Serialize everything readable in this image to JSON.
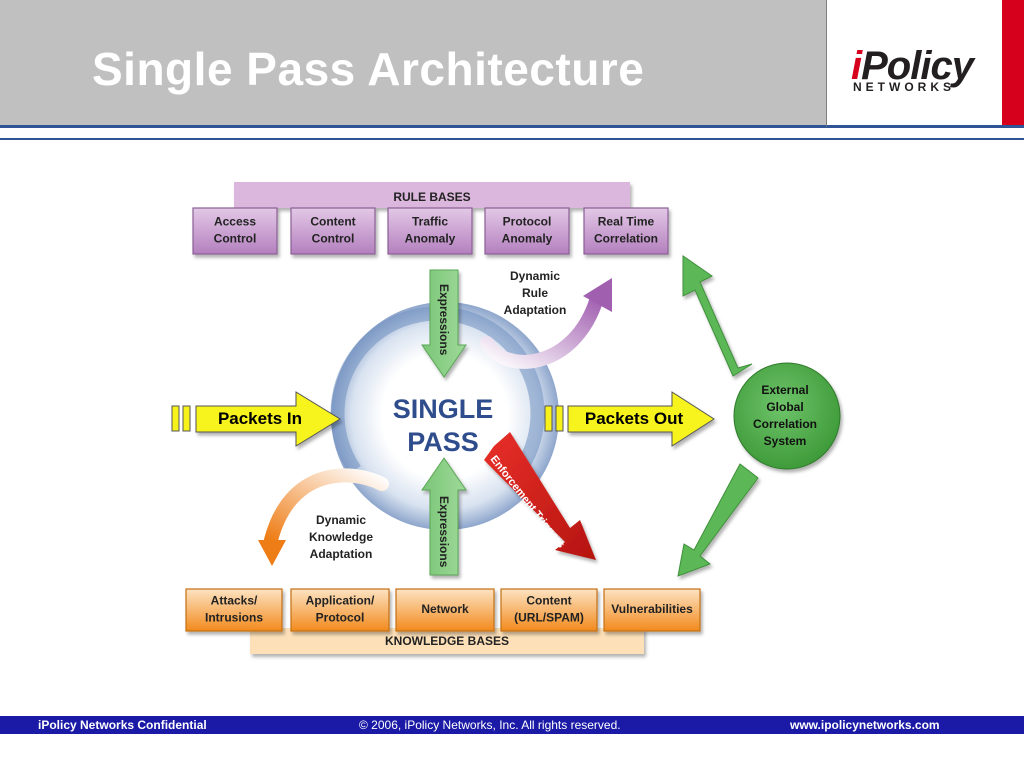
{
  "slide": {
    "title": "Single Pass Architecture"
  },
  "logo": {
    "main_prefix": "i",
    "main_rest": "Policy",
    "sub": "NETWORKS"
  },
  "diagram": {
    "rule_bases_label": "RULE BASES",
    "rule_bases": [
      [
        "Access",
        "Control"
      ],
      [
        "Content",
        "Control"
      ],
      [
        "Traffic",
        "Anomaly"
      ],
      [
        "Protocol",
        "Anomaly"
      ],
      [
        "Real Time",
        "Correlation"
      ]
    ],
    "knowledge_bases_label": "KNOWLEDGE BASES",
    "knowledge_bases": [
      [
        "Attacks/",
        "Intrusions"
      ],
      [
        "Application/",
        "Protocol"
      ],
      [
        "Network"
      ],
      [
        "Content",
        "(URL/SPAM)"
      ],
      [
        "Vulnerabilities"
      ]
    ],
    "center": [
      "SINGLE",
      "PASS"
    ],
    "expressions_top": "Expressions",
    "expressions_bottom": "Expressions",
    "dynamic_rule": [
      "Dynamic",
      "Rule",
      "Adaptation"
    ],
    "dynamic_knowledge": [
      "Dynamic",
      "Knowledge",
      "Adaptation"
    ],
    "enforcement": "Enforcement Triggers",
    "packets_in": "Packets In",
    "packets_out": "Packets Out",
    "external": [
      "External",
      "Global",
      "Correlation",
      "System"
    ]
  },
  "footer": {
    "left": "iPolicy Networks Confidential",
    "center": "© 2006, iPolicy Networks, Inc. All rights reserved.",
    "right": "www.ipolicynetworks.com"
  }
}
